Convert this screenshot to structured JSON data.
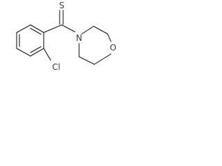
{
  "molecule": {
    "atoms": {
      "sulfur": "S",
      "nitrogen": "N",
      "oxygen": "O",
      "chlorine": "Cl"
    }
  },
  "colors": {
    "bond": "#3c3c3c",
    "label": "#3c3c3c",
    "background": "#ffffff"
  }
}
